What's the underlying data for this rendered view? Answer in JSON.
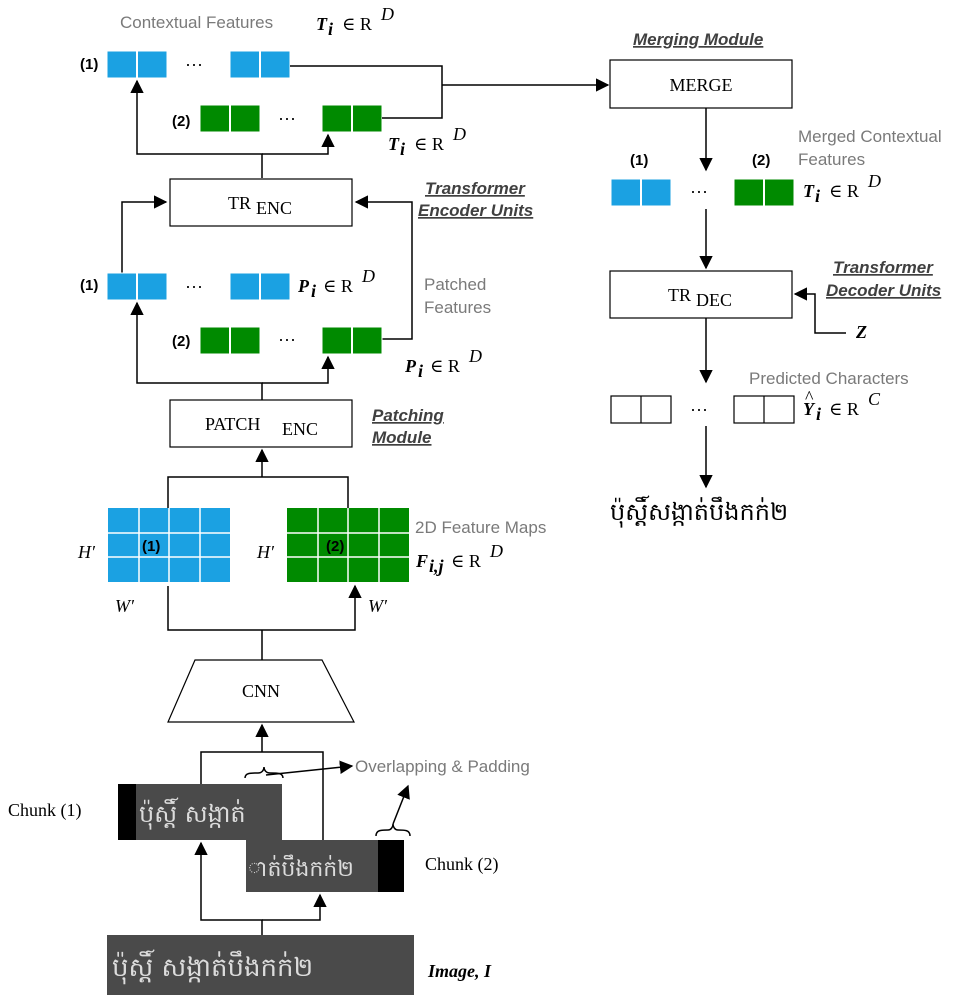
{
  "colors": {
    "blue": "#1ba1e2",
    "green": "#008a00",
    "gray_text": "#7a7a7a",
    "image_bg": "#3a3a3a"
  },
  "labels": {
    "contextual_features": "Contextual Features",
    "t_eq_top": "T",
    "t_sub": "i",
    "in_rd": "∈ R",
    "sup_d": "D",
    "merging_module": "Merging Module",
    "merge": "MERGE",
    "merged_contextual_1": "Merged Contextual",
    "merged_contextual_2": "Features",
    "transformer_encoder_1": "Transformer",
    "transformer_encoder_2": "Encoder Units",
    "tr": "TR",
    "enc": "ENC",
    "dec": "DEC",
    "patched_features_1": "Patched",
    "patched_features_2": "Features",
    "p_sym": "P",
    "transformer_decoder_1": "Transformer",
    "transformer_decoder_2": "Decoder Units",
    "z_sym": "Z",
    "predicted_characters": "Predicted Characters",
    "y_sym": "Y",
    "sup_c": "C",
    "patch": "PATCH",
    "patching_module_1": "Patching",
    "patching_module_2": "Module",
    "khmer_output": "ប៉ុស្តិ៍សង្កាត់បឹងកក់២",
    "feature_maps": "2D Feature Maps",
    "f_sym": "F",
    "f_sub": "i,j",
    "h_prime": "H′",
    "w_prime": "W′",
    "cnn": "CNN",
    "overlap_padding": "Overlapping & Padding",
    "chunk_1": "Chunk (1)",
    "chunk_2": "Chunk (2)",
    "image_label": "Image, I",
    "marker_1": "(1)",
    "marker_2": "(2)",
    "dots": "···",
    "chunk1_text": "ប៉ុស្តិ៍ សង្កាត់",
    "chunk2_text": "ាត់បឹងកក់២",
    "image_text": "ប៉ុស្តិ៍ សង្កាត់បឹងកក់២"
  }
}
